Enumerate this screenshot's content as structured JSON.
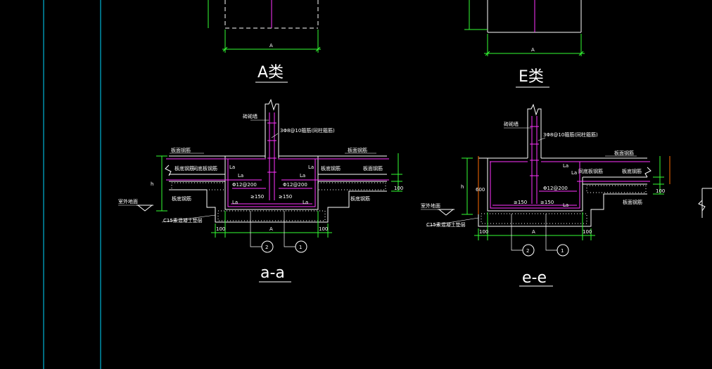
{
  "colors": {
    "background": "#000000",
    "line": "#ffffff",
    "rebar": "#ff33ff",
    "dim": "#33ff33",
    "guide": "#00d8ff",
    "orange": "#ff6a00"
  },
  "top_views": {
    "left": {
      "dim": "A",
      "title": "A类"
    },
    "right": {
      "dim": "A",
      "title": "E类"
    }
  },
  "section_left": {
    "title": "a-a",
    "labels": {
      "wall": "砖砌墙",
      "stirrup": "3Φ8@10箍筋(同柱箍筋)",
      "slab1": "板面钢筋",
      "slab2": "板底钢筋",
      "slab3": "板面钢筋",
      "slab4": "板底钢筋",
      "slab5": "板面钢筋",
      "mid": "同底板钢筋",
      "ground": "室外地面",
      "c15": "C15素混凝土垫层",
      "la1": "La",
      "la2": "La",
      "la3": "La",
      "la4": "La",
      "la5": "La",
      "la6": "La",
      "bar1": "Φ12@200",
      "bar2": "Φ12@200",
      "ge1": "≥150",
      "ge2": "≥150",
      "d1": "100",
      "d2": "A",
      "d3": "100",
      "h": "h",
      "v100": "100",
      "c1": "2",
      "c2": "1"
    }
  },
  "section_right": {
    "title": "e-e",
    "labels": {
      "wall": "砖砌墙",
      "stirrup": "3Φ8@10箍筋(同柱箍筋)",
      "slab1": "板面钢筋",
      "slab2": "同底板钢筋",
      "slab3": "板底钢筋",
      "slab4": "板面钢筋",
      "ground": "室外地面",
      "c15": "C15素混凝土垫层",
      "la1": "La",
      "la2": "La",
      "la3": "La",
      "bar1": "Φ12@200",
      "ge1": "≥150",
      "ge2": "≥150",
      "d1": "100",
      "d2": "A",
      "d3": "100",
      "h": "h",
      "v600": "600",
      "v100": "100",
      "c1": "2",
      "c2": "1"
    }
  }
}
